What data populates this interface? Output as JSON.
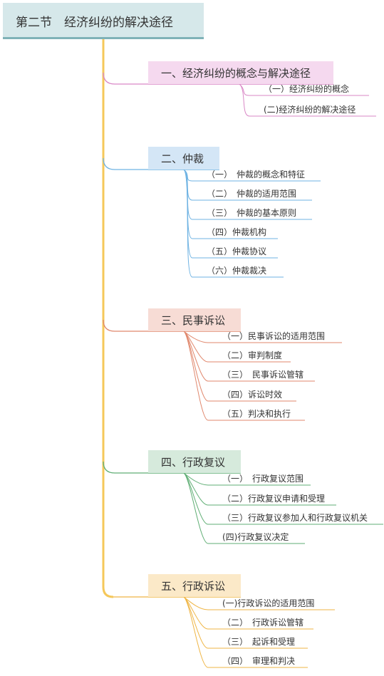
{
  "title": "第二节　经济纠纷的解决途径",
  "colors": {
    "trunk": "#f5c85a",
    "root_fill": "#d6e8ea",
    "root_line": "#7fb2b8"
  },
  "sections": [
    {
      "label": "一、经济纠纷的概念与解决途径",
      "color": "#d987c6",
      "fill": "#f5d9ef",
      "items": [
        "（一）经济纠纷的概念",
        "(二)经济纠纷的解决途径"
      ]
    },
    {
      "label": "二、仲裁",
      "color": "#6fb3e3",
      "fill": "#d4e6f6",
      "items": [
        "（一）　仲裁的概念和特征",
        "（二）　仲裁的适用范围",
        "（三）　仲裁的基本原则",
        "（四）仲裁机构",
        "（五）仲裁协议",
        "（六）仲裁裁决"
      ]
    },
    {
      "label": "三、民事诉讼",
      "color": "#e0876c",
      "fill": "#f7dcd5",
      "items": [
        "（一）民事诉讼的适用范围",
        "（二）审判制度",
        "（三）　民事诉讼管辖",
        "（四）诉讼时效",
        "（五）判决和执行"
      ]
    },
    {
      "label": "四、行政复议",
      "color": "#5fae74",
      "fill": "#d6eadc",
      "items": [
        "（一）　行政复议范围",
        "（二）行政复议申请和受理",
        "（三）行政复议参加人和行政复议机关",
        "(四)行政复议决定"
      ]
    },
    {
      "label": "五、行政诉讼",
      "color": "#efb544",
      "fill": "#fbe9c8",
      "items": [
        "(一)行政诉讼的适用范围",
        "（二）　行政诉讼管辖",
        "（三）　起诉和受理",
        "（四）　审理和判决"
      ]
    }
  ]
}
